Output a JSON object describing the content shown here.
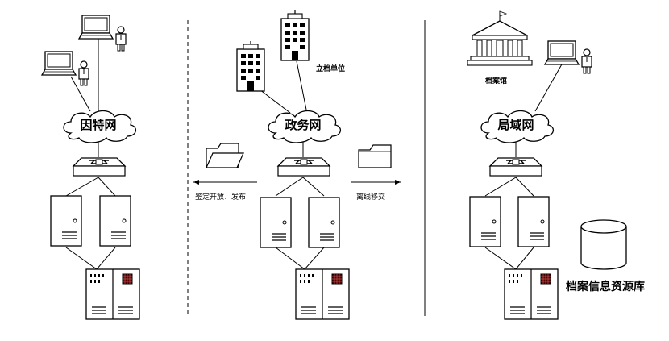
{
  "sections": [
    {
      "network_label": "因特网",
      "building_label": ""
    },
    {
      "network_label": "政务网",
      "building_label": "立档单位"
    },
    {
      "network_label": "局域网",
      "building_label": "档案馆"
    }
  ],
  "arrows": {
    "left_label": "鉴定开放、发布",
    "right_label": "离线移交"
  },
  "resource_label": "档案信息资源库"
}
